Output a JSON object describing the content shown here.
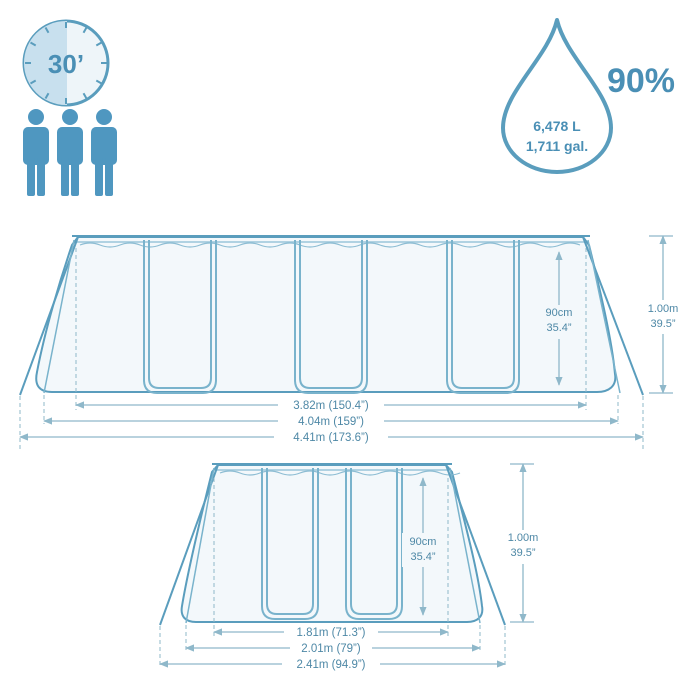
{
  "colors": {
    "outline": "#5a9dbd",
    "frame": "#79b3cc",
    "dim": "#8fb8ca",
    "text": "#4e88a6",
    "accent": "#4a8fb5",
    "fill_light": "#d2e8f3"
  },
  "setup": {
    "time": "30’",
    "icons": [
      "clock-icon",
      "person-icon",
      "person-icon",
      "person-icon"
    ]
  },
  "capacity": {
    "percent": "90%",
    "liters": "6,478 L",
    "gallons": "1,711 gal.",
    "icon": "water-drop-icon"
  },
  "side_view": {
    "water_depth": [
      "90cm",
      "35.4”"
    ],
    "total_height": [
      "1.00m",
      "39.5”"
    ],
    "widths": [
      "3.82m (150.4”)",
      "4.04m (159”)",
      "4.41m (173.6”)"
    ]
  },
  "end_view": {
    "water_depth": [
      "90cm",
      "35.4”"
    ],
    "total_height": [
      "1.00m",
      "39.5”"
    ],
    "widths": [
      "1.81m (71.3”)",
      "2.01m (79”)",
      "2.41m (94.9”)"
    ]
  }
}
